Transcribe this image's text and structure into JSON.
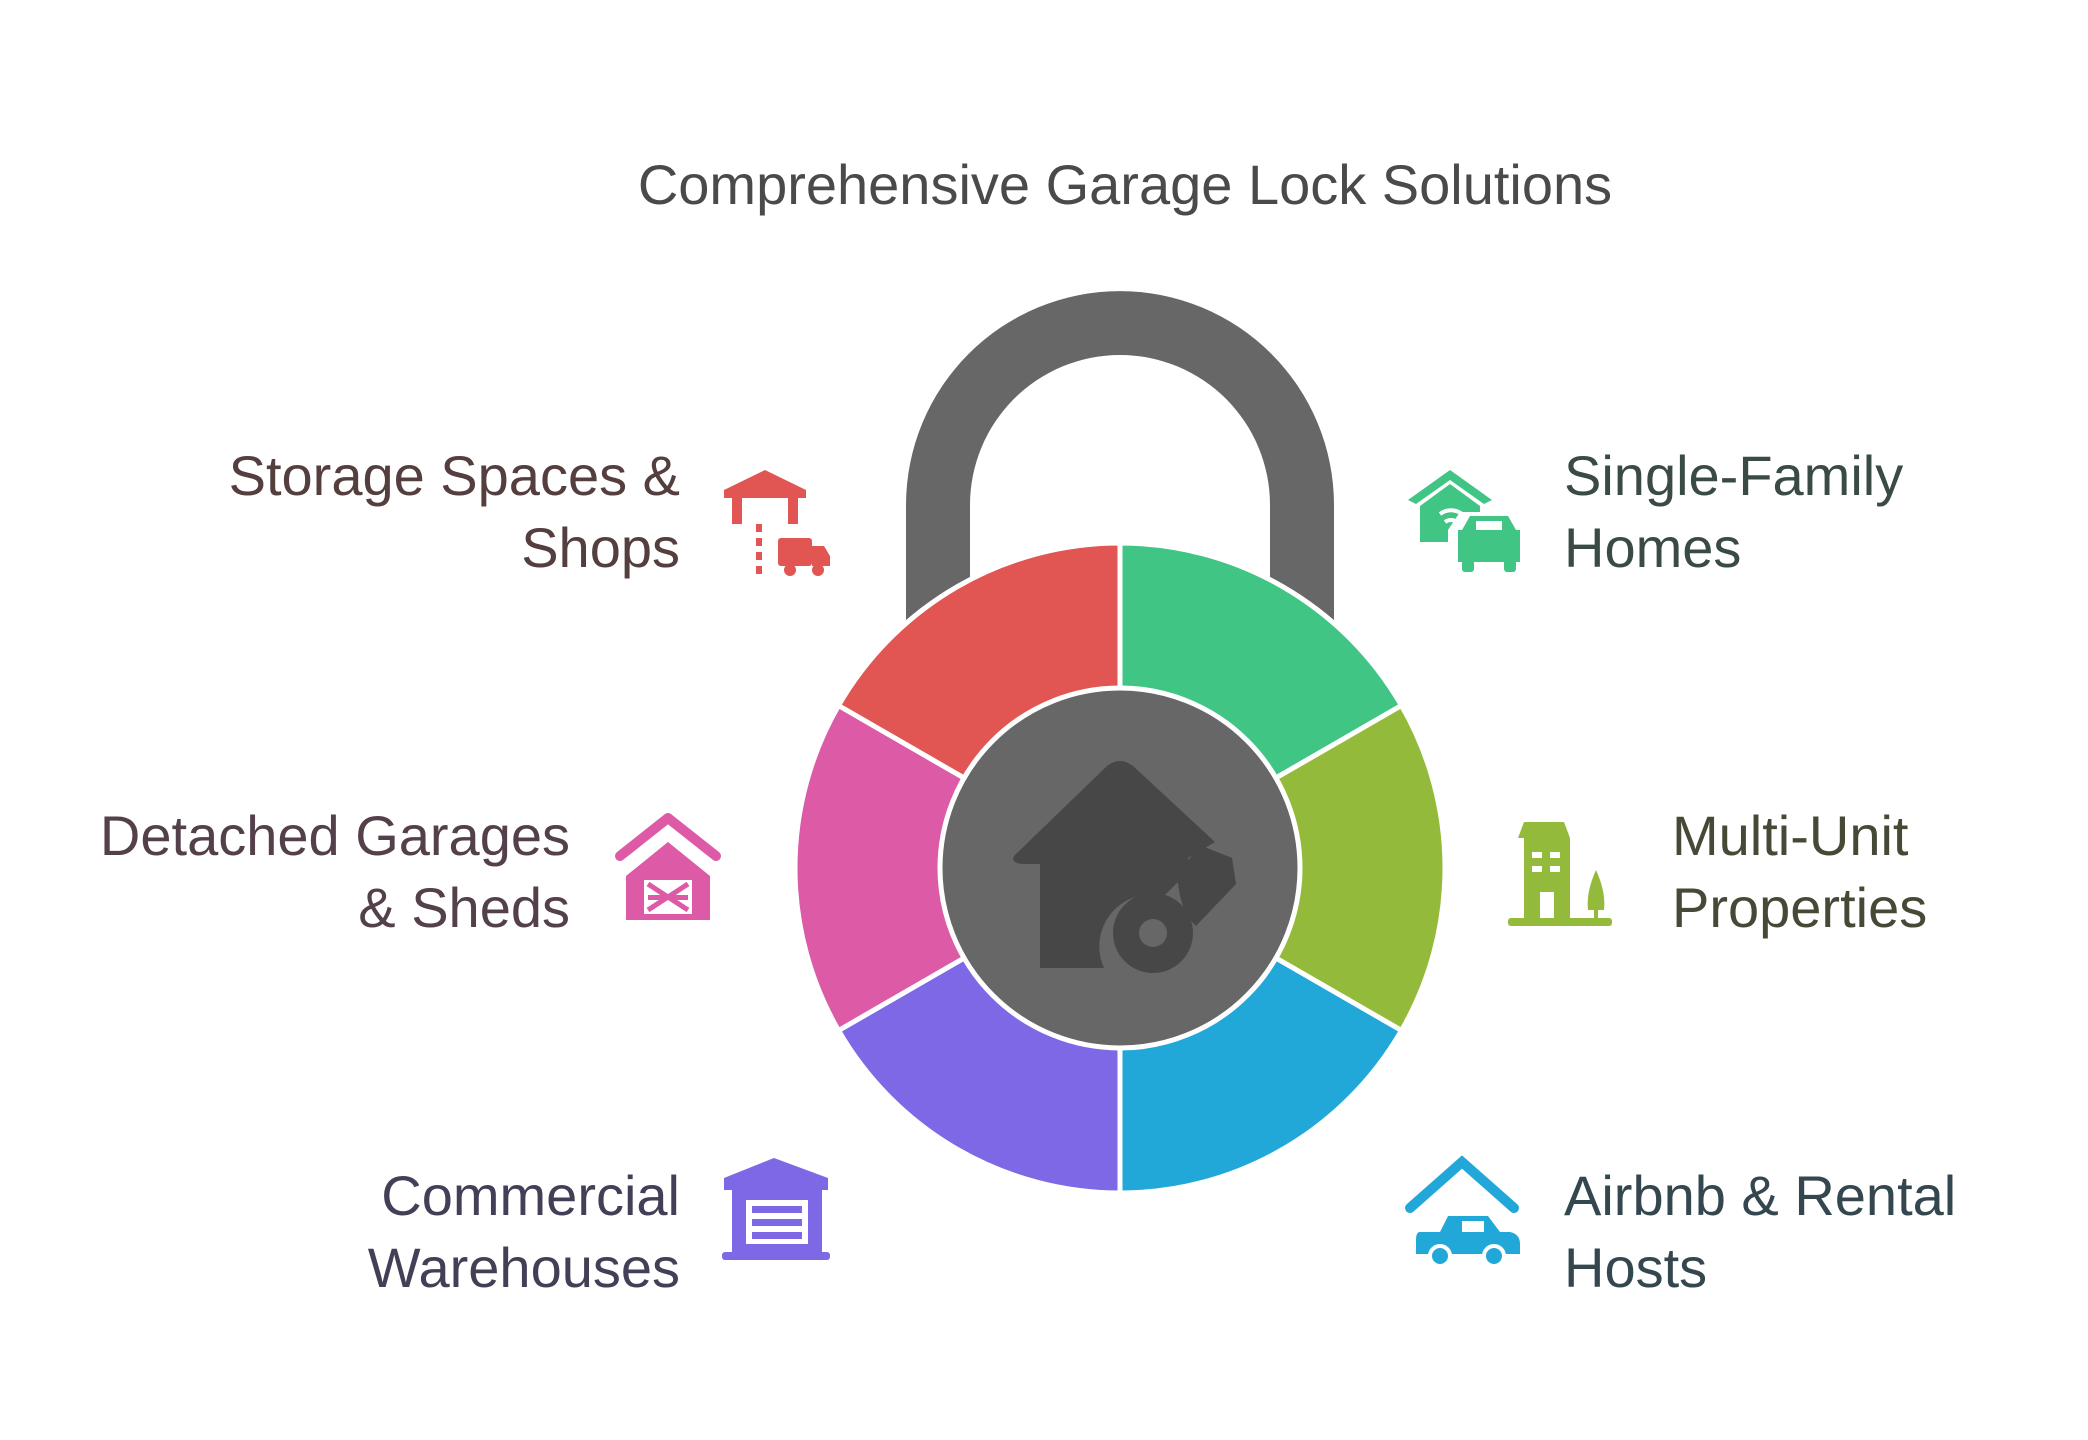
{
  "title": "Comprehensive Garage Lock Solutions",
  "segments": [
    {
      "id": "single-family",
      "line1": "Single-Family",
      "line2": "Homes",
      "color": "#40c585",
      "text_color": "#3a4a44",
      "icon": "home-wifi-car-icon"
    },
    {
      "id": "multi-unit",
      "line1": "Multi-Unit",
      "line2": "Properties",
      "color": "#93ba3a",
      "text_color": "#444a36",
      "icon": "apartment-building-icon"
    },
    {
      "id": "airbnb",
      "line1": "Airbnb & Rental",
      "line2": "Hosts",
      "color": "#21a8d9",
      "text_color": "#34474f",
      "icon": "car-garage-icon"
    },
    {
      "id": "commercial",
      "line1": "Commercial",
      "line2": "Warehouses",
      "color": "#7e68e6",
      "text_color": "#433f56",
      "icon": "warehouse-icon"
    },
    {
      "id": "detached",
      "line1": "Detached Garages",
      "line2": "& Sheds",
      "color": "#dc5aa6",
      "text_color": "#54404a",
      "icon": "barn-shed-icon"
    },
    {
      "id": "storage",
      "line1": "Storage Spaces &",
      "line2": "Shops",
      "color": "#e15652",
      "text_color": "#543e3e",
      "icon": "storage-truck-icon"
    }
  ],
  "center": {
    "icon": "house-key-icon",
    "color": "#676767",
    "icon_color": "#474747"
  },
  "shackle": {
    "color": "#676767"
  }
}
